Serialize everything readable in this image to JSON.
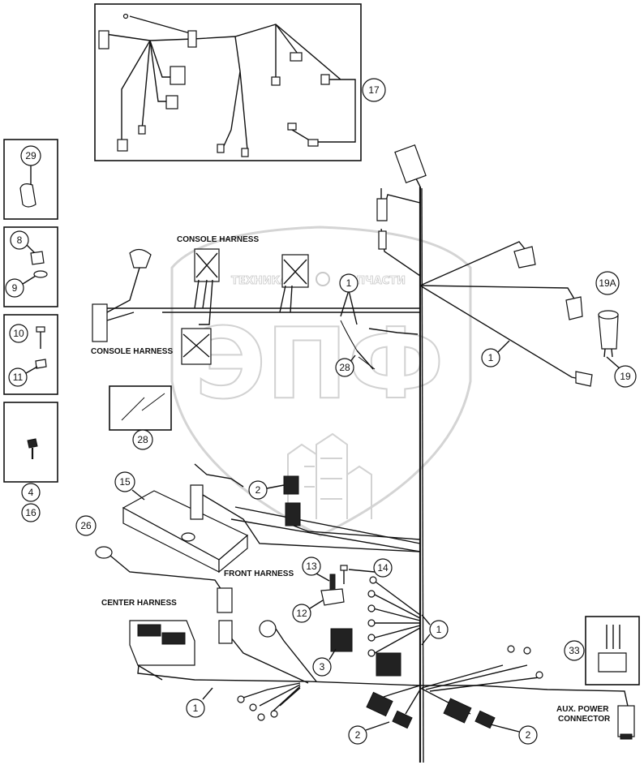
{
  "watermark": {
    "line1_left": "ТЕХНИКА",
    "line1_right": "ЗАПЧАСТИ",
    "big": "ЭПФ"
  },
  "labels": {
    "console_harness_top": "CONSOLE HARNESS",
    "console_harness_left": "CONSOLE HARNESS",
    "front_harness": "FRONT HARNESS",
    "center_harness": "CENTER HARNESS",
    "aux_power_1": "AUX. POWER",
    "aux_power_2": "CONNECTOR"
  },
  "callouts": {
    "c17": "17",
    "c29": "29",
    "c8": "8",
    "c9": "9",
    "c10": "10",
    "c11": "11",
    "c4": "4",
    "c16": "16",
    "c28a": "28",
    "c28b": "28",
    "c1a": "1",
    "c1b": "1",
    "c1c": "1",
    "c1d": "1",
    "c19a": "19A",
    "c19": "19",
    "c15": "15",
    "c2a": "2",
    "c2b": "2",
    "c2c": "2",
    "c26": "26",
    "c13": "13",
    "c14": "14",
    "c12": "12",
    "c3": "3",
    "c33": "33"
  }
}
